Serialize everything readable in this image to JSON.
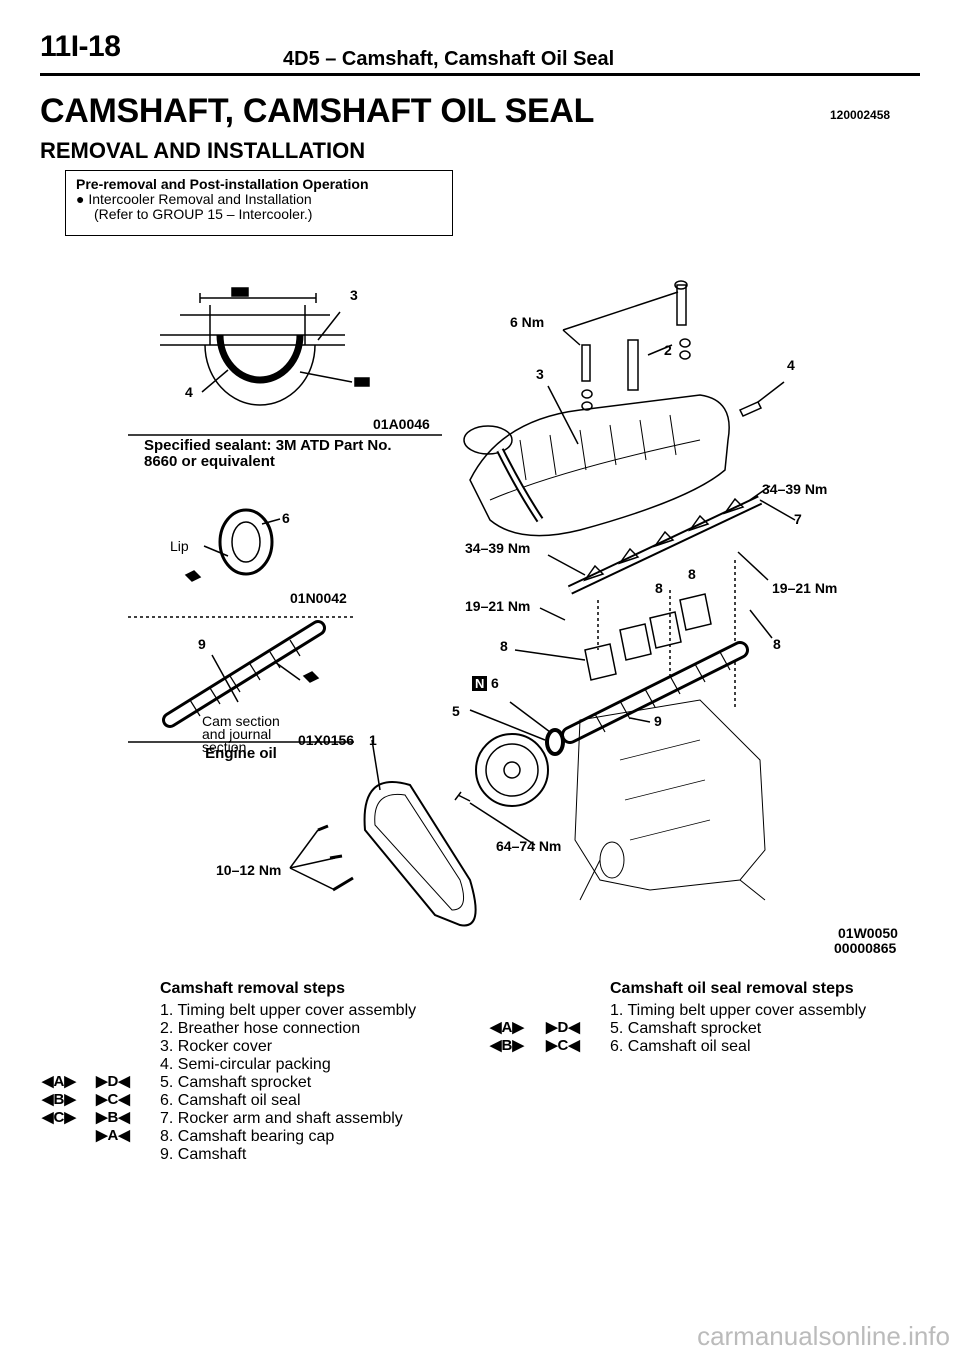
{
  "header": {
    "page_number": "11I-18",
    "section": "4D5 – Camshaft, Camshaft Oil Seal"
  },
  "title": "CAMSHAFT, CAMSHAFT OIL SEAL",
  "doc_id": "120002458",
  "subtitle": "REMOVAL AND INSTALLATION",
  "pre_box": {
    "heading": "Pre-removal and Post-installation Operation",
    "line1": "● Intercooler Removal and Installation",
    "line2": "(Refer to GROUP 15 – Intercooler.)"
  },
  "detail1": {
    "code": "01A0046",
    "caption_line1": "Specified sealant: 3M ATD Part No.",
    "caption_line2": "8660 or equivalent",
    "callout_3": "3",
    "callout_4": "4"
  },
  "detail2": {
    "lip": "Lip",
    "callout_6": "6",
    "code_a": "01N0042",
    "callout_9": "9",
    "cam_line1": "Cam section",
    "cam_line2": "and journal",
    "cam_line3": "section",
    "code_b": "01X0156",
    "caption": "Engine oil"
  },
  "main_diagram": {
    "labels": {
      "t_6nm": "6 Nm",
      "c2": "2",
      "c3": "3",
      "c4": "4",
      "t_3439a": "34–39 Nm",
      "c7": "7",
      "t_3439b": "34–39 Nm",
      "t_1921a": "19–21 Nm",
      "c8a": "8",
      "c8b": "8",
      "t_1921b": "19–21 Nm",
      "c8c": "8",
      "c8d": "8",
      "n_badge": "N",
      "c6": "6",
      "c5": "5",
      "c9": "9",
      "c1": "1",
      "t_6474": "64–74 Nm",
      "t_1012": "10–12 Nm"
    },
    "code1": "01W0050",
    "code2": "00000865"
  },
  "removal_steps": {
    "heading": "Camshaft removal steps",
    "items": [
      "1. Timing belt upper cover assembly",
      "2. Breather hose connection",
      "3. Rocker cover",
      "4. Semi-circular packing",
      "5. Camshaft sprocket",
      "6. Camshaft oil seal",
      "7. Rocker arm and shaft assembly",
      "8. Camshaft bearing cap",
      "9. Camshaft"
    ],
    "markers": [
      {
        "row": 4,
        "left": "A",
        "right": "D"
      },
      {
        "row": 5,
        "left": "B",
        "right": "C"
      },
      {
        "row": 6,
        "left": "C",
        "right": "B"
      },
      {
        "row": 7,
        "left": "",
        "right": "A"
      }
    ]
  },
  "oil_seal_steps": {
    "heading": "Camshaft oil seal removal steps",
    "items": [
      "1. Timing belt upper cover assembly",
      "5. Camshaft sprocket",
      "6. Camshaft oil seal"
    ],
    "markers": [
      {
        "row": 1,
        "left": "A",
        "right": "D"
      },
      {
        "row": 2,
        "left": "B",
        "right": "C"
      }
    ]
  },
  "watermark": "carmanualsonline.info"
}
